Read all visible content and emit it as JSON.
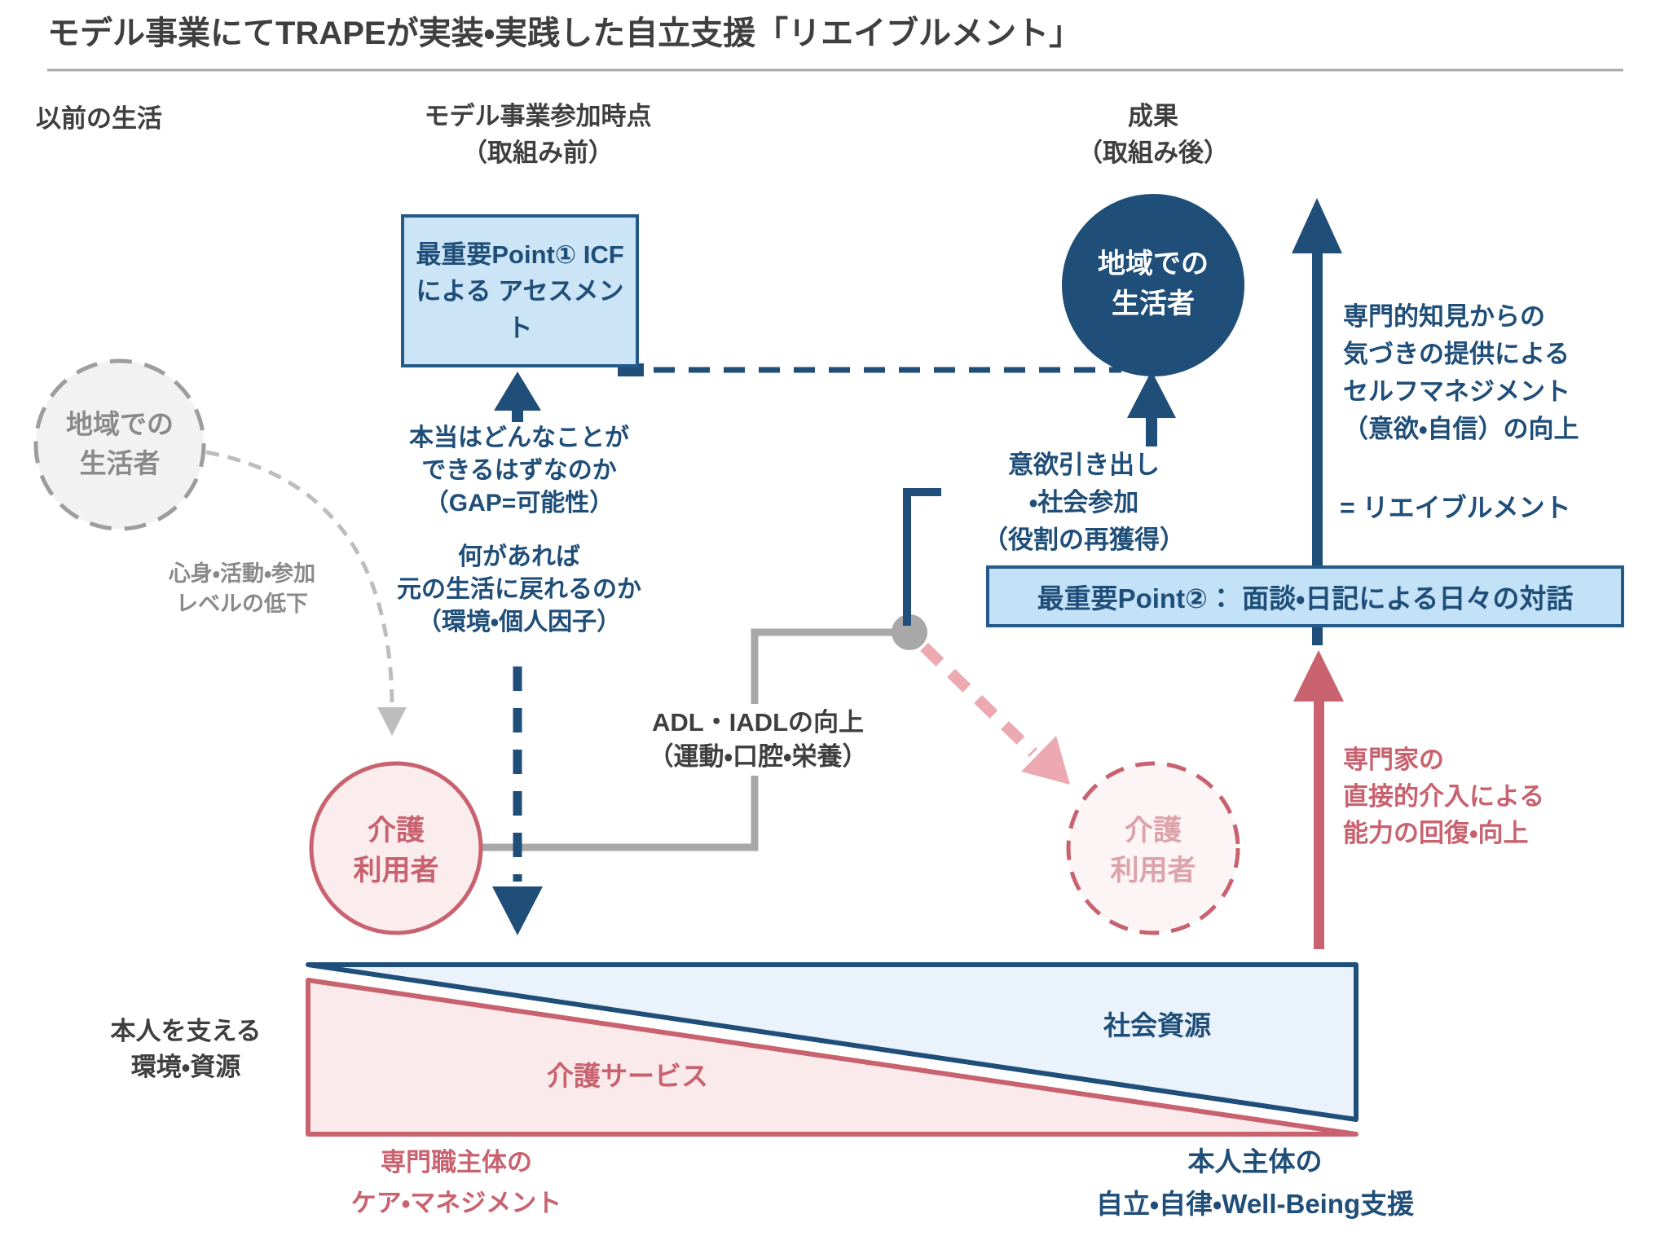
{
  "title": "モデル事業にてTRAPEが実装・実践した自立支援「リエイブルメント」",
  "columns": {
    "before": "以前の生活",
    "entry_l1": "モデル事業参加時点",
    "entry_l2": "（取組み前）",
    "outcome_l1": "成果",
    "outcome_l2": "（取組み後）"
  },
  "point1": {
    "l1": "最重要Point①",
    "l2": "ICFによる",
    "l3": "アセスメント"
  },
  "community_before": {
    "l1": "地域での",
    "l2": "生活者"
  },
  "community_after": {
    "l1": "地域での",
    "l2": "生活者"
  },
  "decline": {
    "l1": "心身・活動・参加",
    "l2": "レベルの低下"
  },
  "gap": {
    "l1": "本当はどんなことが",
    "l2": "できるはずなのか",
    "l3": "（GAP=可能性）"
  },
  "recover": {
    "l1": "何があれば",
    "l2": "元の生活に戻れるのか",
    "l3": "（環境・個人因子）"
  },
  "care_before": {
    "l1": "介護",
    "l2": "利用者"
  },
  "care_after": {
    "l1": "介護",
    "l2": "利用者"
  },
  "adl": {
    "l1": "ADL・IADLの向上",
    "l2": "（運動・口腔・栄養）"
  },
  "motivation": {
    "l1": "意欲引き出し",
    "l2": "・社会参加",
    "l3": "（役割の再獲得）"
  },
  "point2": {
    "label": "最重要Point②： 面談・日記による日々の対話"
  },
  "self_management": {
    "l1": "専門的知見からの",
    "l2": "気づきの提供による",
    "l3": "セルフマネジメント",
    "l4": "（意欲・自信）の向上",
    "equals": "= リエイブルメント"
  },
  "expert": {
    "l1": "専門家の",
    "l2": "直接的介入による",
    "l3": "能力の回復・向上"
  },
  "environment_label": {
    "l1": "本人を支える",
    "l2": "環境・資源"
  },
  "triangles": {
    "care_service": "介護サービス",
    "social_resource": "社会資源"
  },
  "bottom_left": {
    "l1": "専門職主体の",
    "l2": "ケア・マネジメント"
  },
  "bottom_right": {
    "l1": "本人主体の",
    "l2": "自立・自律・Well-Being支援"
  },
  "colors": {
    "dark_blue": "#1F4E79",
    "light_blue_fill": "#CBE4F6",
    "pale_blue_fill": "#EAF2FB",
    "pink": "#C9626F",
    "light_pink_fill": "#FBECEE",
    "pale_pink_fill": "#FDF4F6",
    "faded_pink_text": "#DCA3AB",
    "gray": "#A8A8A8",
    "light_gray_fill": "#F2F2F2",
    "charcoal": "#3F3F3F"
  }
}
